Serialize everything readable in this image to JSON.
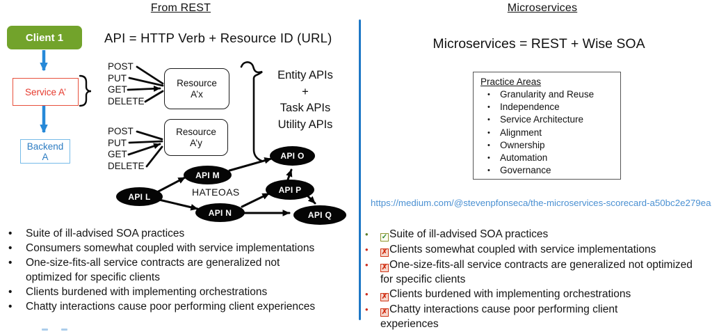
{
  "left_panel": {
    "title": "From REST",
    "formula": "API = HTTP Verb + Resource ID (URL)",
    "flow": {
      "client": "Client 1",
      "service": "Service A’",
      "backend": "Backend\nA"
    },
    "http_verbs": [
      "POST",
      "PUT",
      "GET",
      "DELETE"
    ],
    "resource_x": "Resource\nA’x",
    "resource_y": "Resource\nA’y",
    "api_types": [
      "Entity APIs",
      "+",
      "Task APIs",
      "Utility APIs"
    ],
    "hateoas_label": "HATEOAS",
    "api_graph": {
      "nodes": [
        {
          "id": "L",
          "label": "API L"
        },
        {
          "id": "M",
          "label": "API M"
        },
        {
          "id": "N",
          "label": "API N"
        },
        {
          "id": "O",
          "label": "API O"
        },
        {
          "id": "P",
          "label": "API P"
        },
        {
          "id": "Q",
          "label": "API Q"
        }
      ],
      "edges": [
        [
          "API L",
          "API M"
        ],
        [
          "API L",
          "API N"
        ],
        [
          "API M",
          "API O"
        ],
        [
          "API N",
          "API P"
        ],
        [
          "API N",
          "API Q"
        ],
        [
          "API P",
          "API O"
        ],
        [
          "API P",
          "API Q"
        ]
      ]
    },
    "bullets": [
      "Suite of ill-advised SOA practices",
      "Consumers somewhat coupled with service implementations",
      "One-size-fits-all service contracts are generalized not\noptimized for specific clients",
      "Clients burdened with implementing orchestrations",
      "Chatty interactions cause poor performing client experiences"
    ]
  },
  "right_panel": {
    "title": "Microservices",
    "formula": "Microservices = REST + Wise SOA",
    "practice_areas": {
      "heading": "Practice Areas",
      "items": [
        "Granularity and Reuse",
        "Independence",
        "Service Architecture",
        "Alignment",
        "Ownership",
        "Automation",
        "Governance"
      ]
    },
    "link": "https://medium.com/@stevenpfonseca/the-microservices-scorecard-a50bc2e279ea",
    "scorecard": [
      {
        "status": "pass",
        "text": "Suite of ill-advised SOA practices"
      },
      {
        "status": "fail",
        "text": "Clients somewhat coupled with service implementations"
      },
      {
        "status": "fail",
        "text": "One-size-fits-all service contracts are generalized not optimized\nfor specific clients"
      },
      {
        "status": "fail",
        "text": "Clients burdened with implementing orchestrations"
      },
      {
        "status": "fail",
        "text": "Chatty interactions cause poor performing client\nexperiences"
      }
    ]
  },
  "icons": {
    "checkmark": "✓",
    "cross": "✗",
    "bullet": "•"
  },
  "colors": {
    "client_green": "#72a32b",
    "service_red": "#e8503c",
    "backend_blue": "#76bbe8",
    "arrow_blue": "#2789d8",
    "divider_blue": "#1e78c6",
    "link_blue": "#4a90d2",
    "pass_green": "#2f8a2f",
    "fail_red": "#cf2a10",
    "node_black": "#050505"
  }
}
